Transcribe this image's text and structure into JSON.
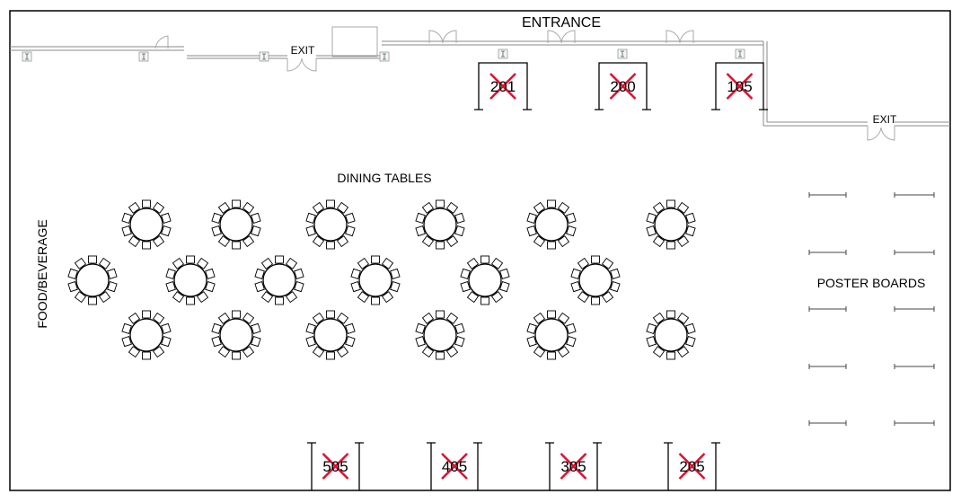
{
  "labels": {
    "entrance": "ENTRANCE",
    "exit_top": "EXIT",
    "exit_right": "EXIT",
    "dining_tables": "DINING TABLES",
    "food_beverage": "FOOD/BEVERAGE",
    "poster_boards": "POSTER BOARDS"
  },
  "booths_top": [
    {
      "number": "201",
      "status": "taken"
    },
    {
      "number": "200",
      "status": "taken"
    },
    {
      "number": "105",
      "status": "taken"
    }
  ],
  "booths_bottom": [
    {
      "number": "505",
      "status": "taken"
    },
    {
      "number": "405",
      "status": "taken"
    },
    {
      "number": "305",
      "status": "taken"
    },
    {
      "number": "205",
      "status": "taken"
    }
  ],
  "colors": {
    "cross": "#e0102f",
    "line": "#000000",
    "wall": "#999999"
  },
  "dining_table_count": 18,
  "chairs_per_table": 10,
  "poster_board_count": 10
}
